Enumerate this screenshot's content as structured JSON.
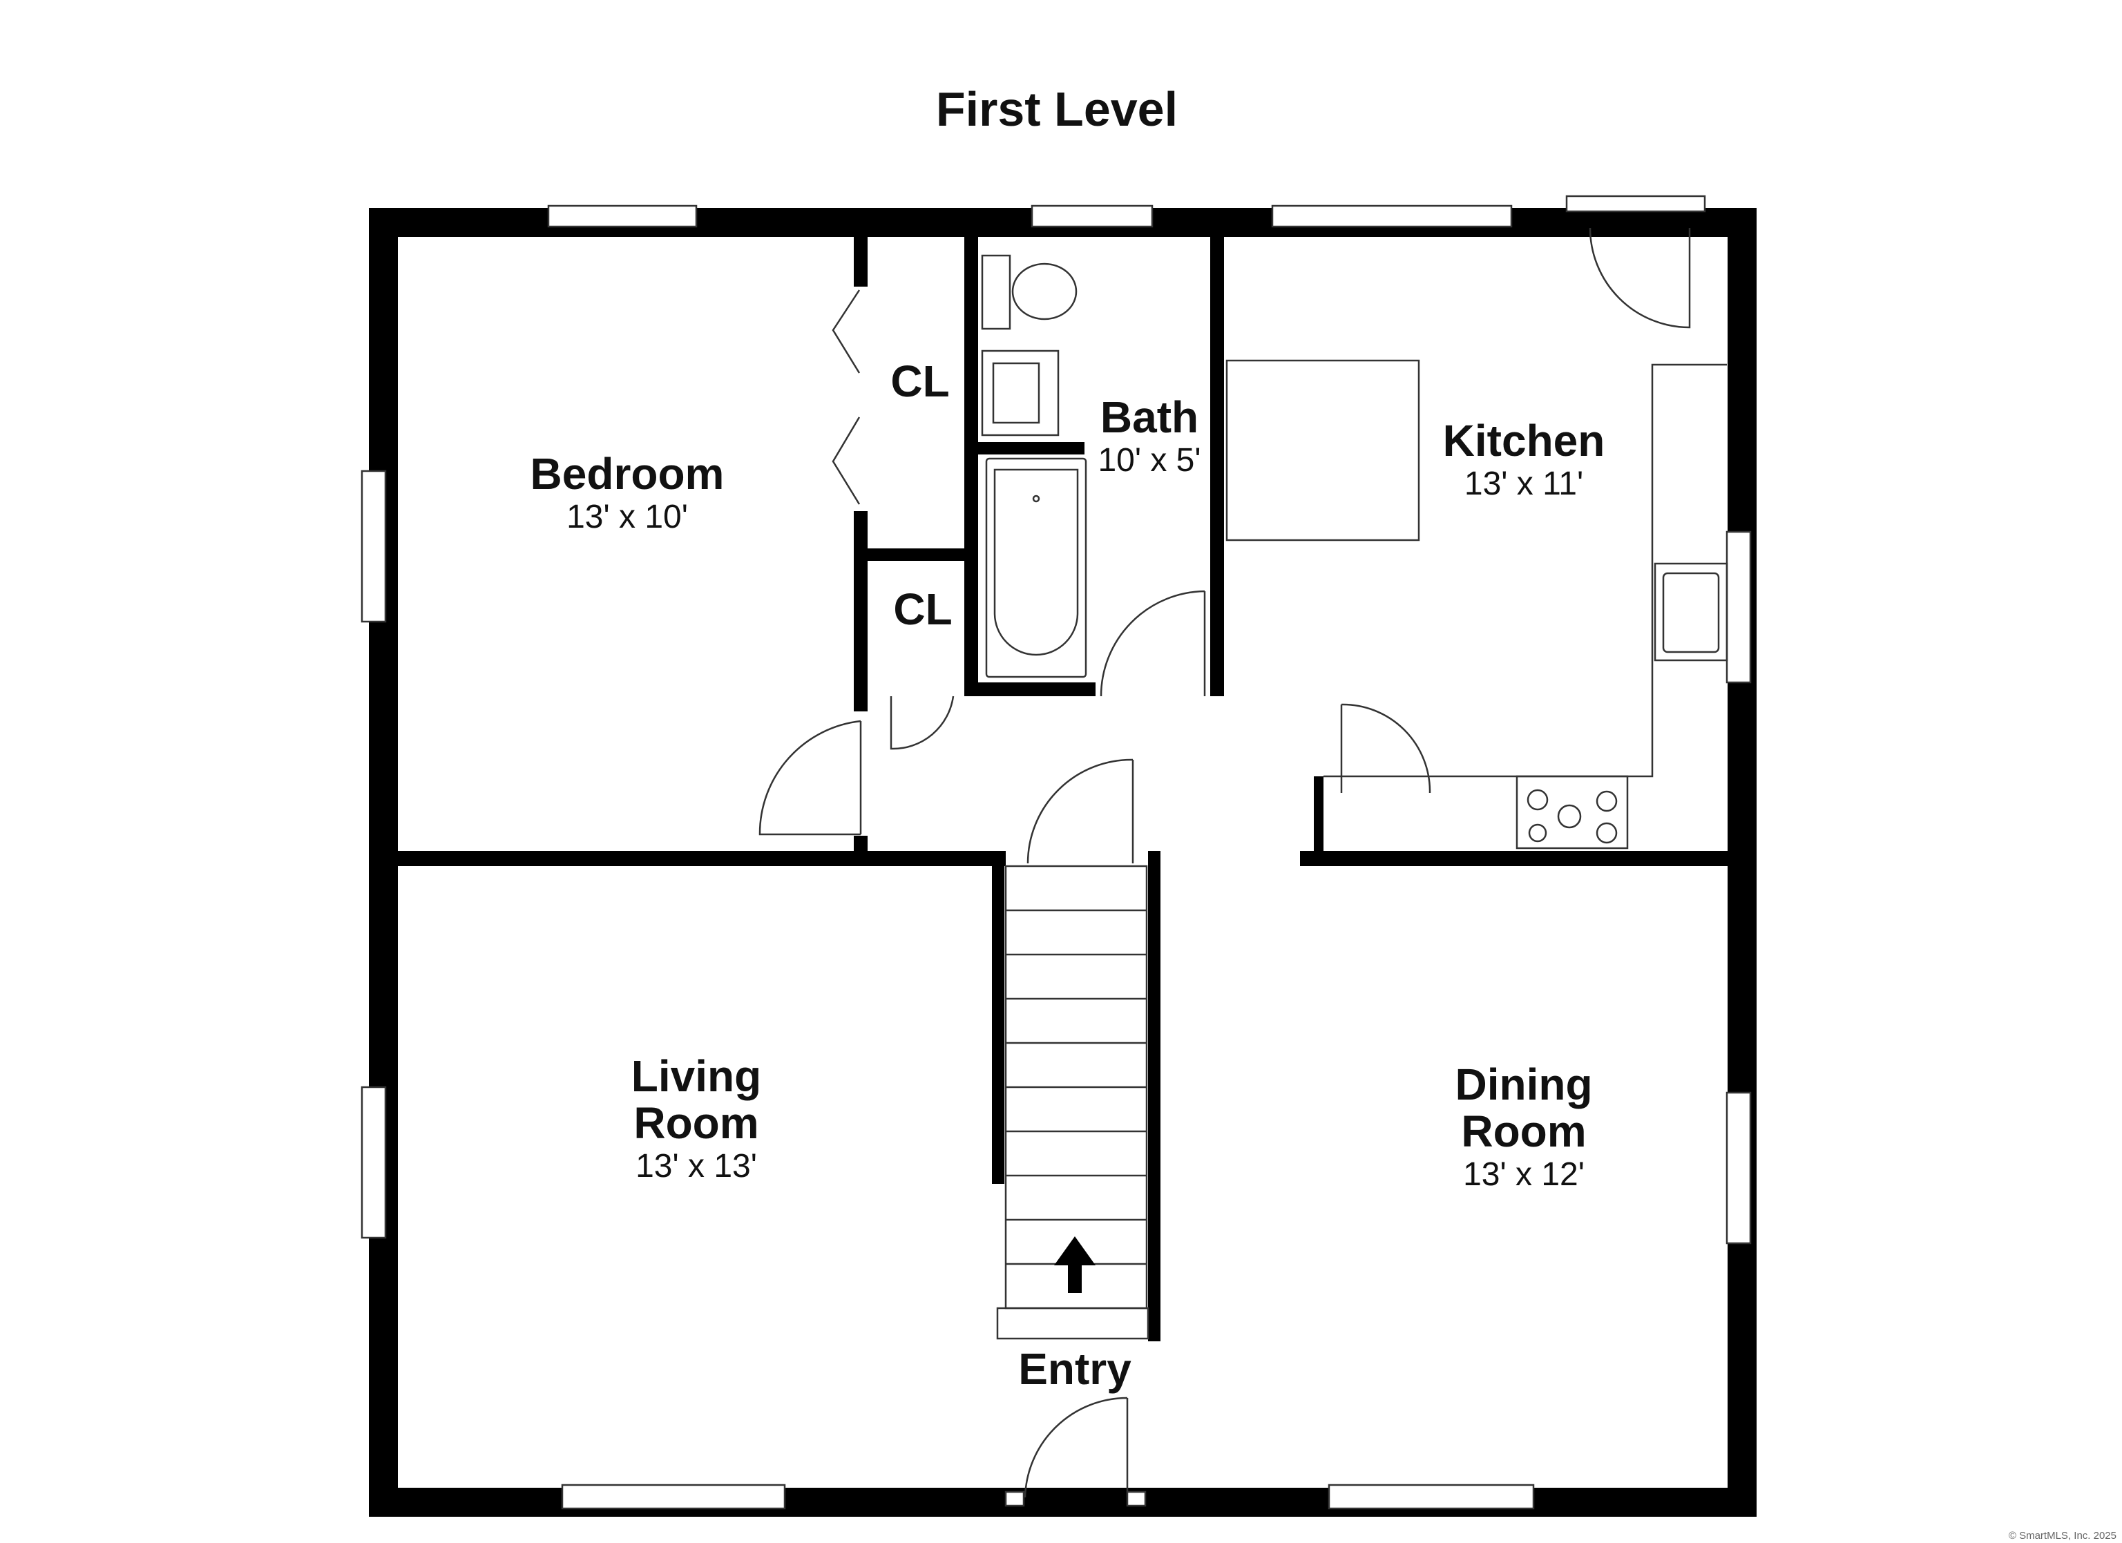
{
  "title": "First Level",
  "rooms": {
    "bedroom": {
      "name": "Bedroom",
      "size": "13' x 10'"
    },
    "closet_upper": {
      "name": "CL"
    },
    "closet_lower": {
      "name": "CL"
    },
    "bath": {
      "name": "Bath",
      "size": "10' x 5'"
    },
    "kitchen": {
      "name": "Kitchen",
      "size": "13' x 11'"
    },
    "living_line1": "Living",
    "living_line2": "Room",
    "living_size": "13' x 13'",
    "dining_line1": "Dining",
    "dining_line2": "Room",
    "dining_size": "13' x 12'",
    "entry": "Entry"
  },
  "copyright": "© SmartMLS, Inc. 2025",
  "colors": {
    "wall": "#000000",
    "background": "#ffffff",
    "fixture": "#333333"
  }
}
